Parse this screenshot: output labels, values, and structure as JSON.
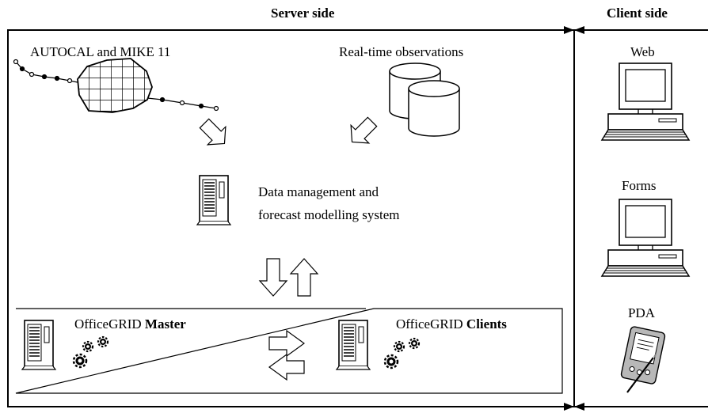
{
  "header": {
    "server_side": "Server side",
    "client_side": "Client side"
  },
  "server": {
    "autocal_label": "AUTOCAL and MIKE 11",
    "realtime_label": "Real-time observations",
    "data_mgmt_line1": "Data management and",
    "data_mgmt_line2": "forecast modelling system",
    "master_prefix": "OfficeGRID ",
    "master_bold": "Master",
    "clients_prefix": "OfficeGRID ",
    "clients_bold": "Clients"
  },
  "client": {
    "web_label": "Web",
    "forms_label": "Forms",
    "pda_label": "PDA"
  }
}
